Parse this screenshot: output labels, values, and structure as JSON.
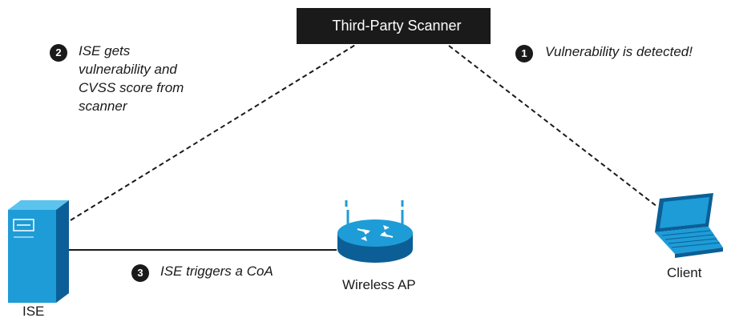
{
  "nodes": {
    "scanner": "Third-Party Scanner",
    "ise": "ISE",
    "ap": "Wireless AP",
    "client": "Client"
  },
  "steps": [
    {
      "number": "1",
      "text": "Vulnerability is detected!"
    },
    {
      "number": "2",
      "lines": [
        "ISE gets",
        "vulnerability and",
        "CVSS score from",
        "scanner"
      ]
    },
    {
      "number": "3",
      "text": "ISE triggers a CoA"
    }
  ],
  "colors": {
    "device_blue": "#1e9cd7",
    "device_dark": "#0b5f96",
    "ink": "#1a1a1a"
  },
  "icons": [
    "server-icon",
    "router-icon",
    "laptop-icon"
  ]
}
